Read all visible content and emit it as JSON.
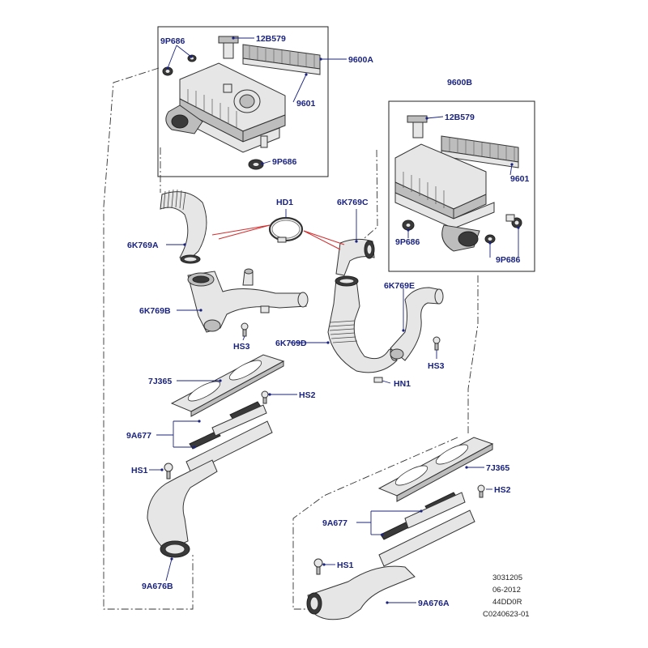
{
  "labels": {
    "p9p686_a": "9P686",
    "p12b579_a": "12B579",
    "p9600a": "9600A",
    "p9601_a": "9601",
    "p9p686_b": "9P686",
    "p9600b": "9600B",
    "p12b579_b": "12B579",
    "p9601_b": "9601",
    "p9p686_c": "9P686",
    "p9p686_d": "9P686",
    "hd1": "HD1",
    "p6k769c": "6K769C",
    "p6k769a": "6K769A",
    "p6k769e": "6K769E",
    "p6k769b": "6K769B",
    "hs3_a": "HS3",
    "p6k769d": "6K769D",
    "hs3_b": "HS3",
    "hn1": "HN1",
    "p7j365_a": "7J365",
    "hs2_a": "HS2",
    "p9a677_a": "9A677",
    "hs1_a": "HS1",
    "p9a676b": "9A676B",
    "p7j365_b": "7J365",
    "hs2_b": "HS2",
    "p9a677_b": "9A677",
    "hs1_b": "HS1",
    "p9a676a": "9A676A"
  },
  "footer": {
    "line1": "3031205",
    "line2": "06-2012",
    "line3": "44DD0R",
    "line4": "C0240623-01"
  },
  "colors": {
    "label": "#1a237e",
    "callout": "#d32f2f",
    "line": "#333333"
  }
}
